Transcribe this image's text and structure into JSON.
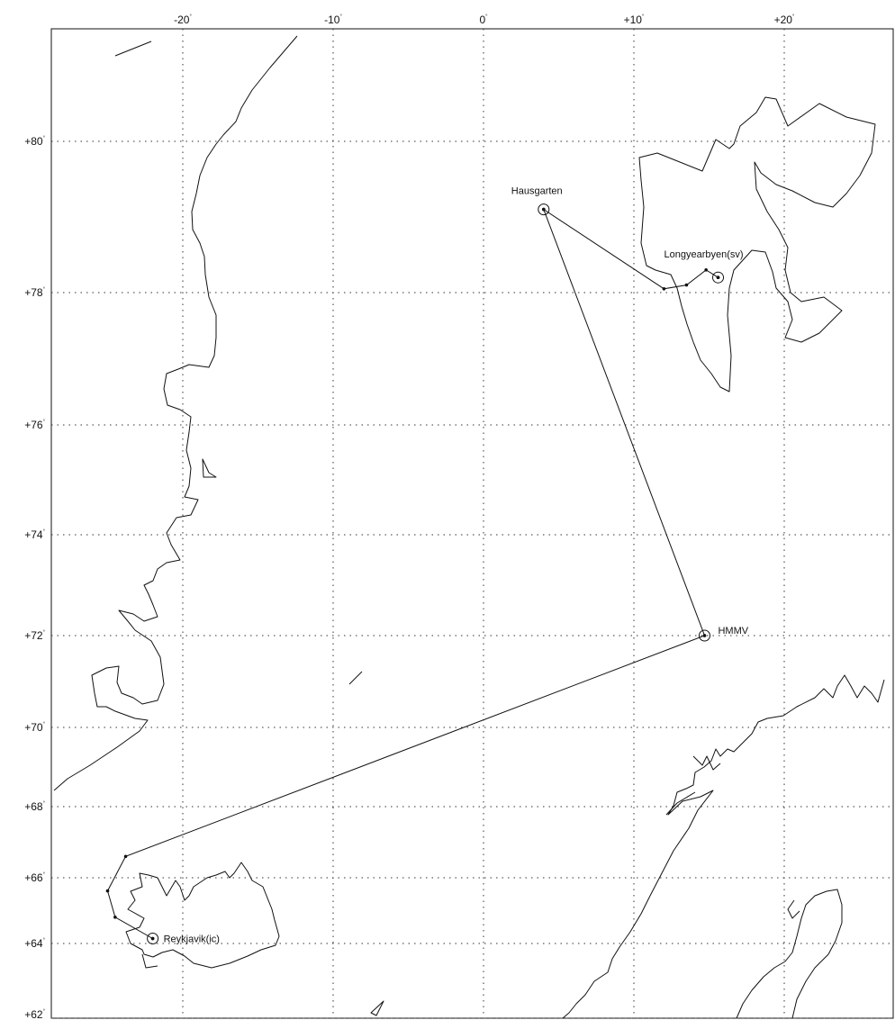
{
  "map": {
    "lon_ticks": [
      {
        "value": -20,
        "label": "-20"
      },
      {
        "value": -10,
        "label": "-10"
      },
      {
        "value": 0,
        "label": "0"
      },
      {
        "value": 10,
        "label": "+10"
      },
      {
        "value": 20,
        "label": "+20"
      }
    ],
    "lat_ticks": [
      {
        "value": 80,
        "label": "+80"
      },
      {
        "value": 78,
        "label": "+78"
      },
      {
        "value": 76,
        "label": "+76"
      },
      {
        "value": 74,
        "label": "+74"
      },
      {
        "value": 72,
        "label": "+72"
      },
      {
        "value": 70,
        "label": "+70"
      },
      {
        "value": 68,
        "label": "+68"
      },
      {
        "value": 66,
        "label": "+66"
      },
      {
        "value": 64,
        "label": "+64"
      },
      {
        "value": 62,
        "label": "+62"
      }
    ],
    "degree_symbol": "°",
    "stations": [
      {
        "name": "Hausgarten",
        "lon": 4,
        "lat": 79.1
      },
      {
        "name": "Longyearbyen(sv)",
        "lon": 15.6,
        "lat": 78.2
      },
      {
        "name": "HMMV",
        "lon": 14.7,
        "lat": 72.0
      },
      {
        "name": "Reykjavik(ic)",
        "lon": -22.0,
        "lat": 64.15
      }
    ],
    "track": [
      {
        "lon": -22.0,
        "lat": 64.15
      },
      {
        "lon": -24.5,
        "lat": 64.8
      },
      {
        "lon": -25.0,
        "lat": 65.6
      },
      {
        "lon": -23.8,
        "lat": 66.6
      },
      {
        "lon": 14.7,
        "lat": 72.0
      },
      {
        "lon": 4.0,
        "lat": 79.1
      },
      {
        "lon": 12.0,
        "lat": 78.05
      },
      {
        "lon": 13.5,
        "lat": 78.1
      },
      {
        "lon": 14.8,
        "lat": 78.3
      },
      {
        "lon": 15.6,
        "lat": 78.2
      }
    ]
  }
}
